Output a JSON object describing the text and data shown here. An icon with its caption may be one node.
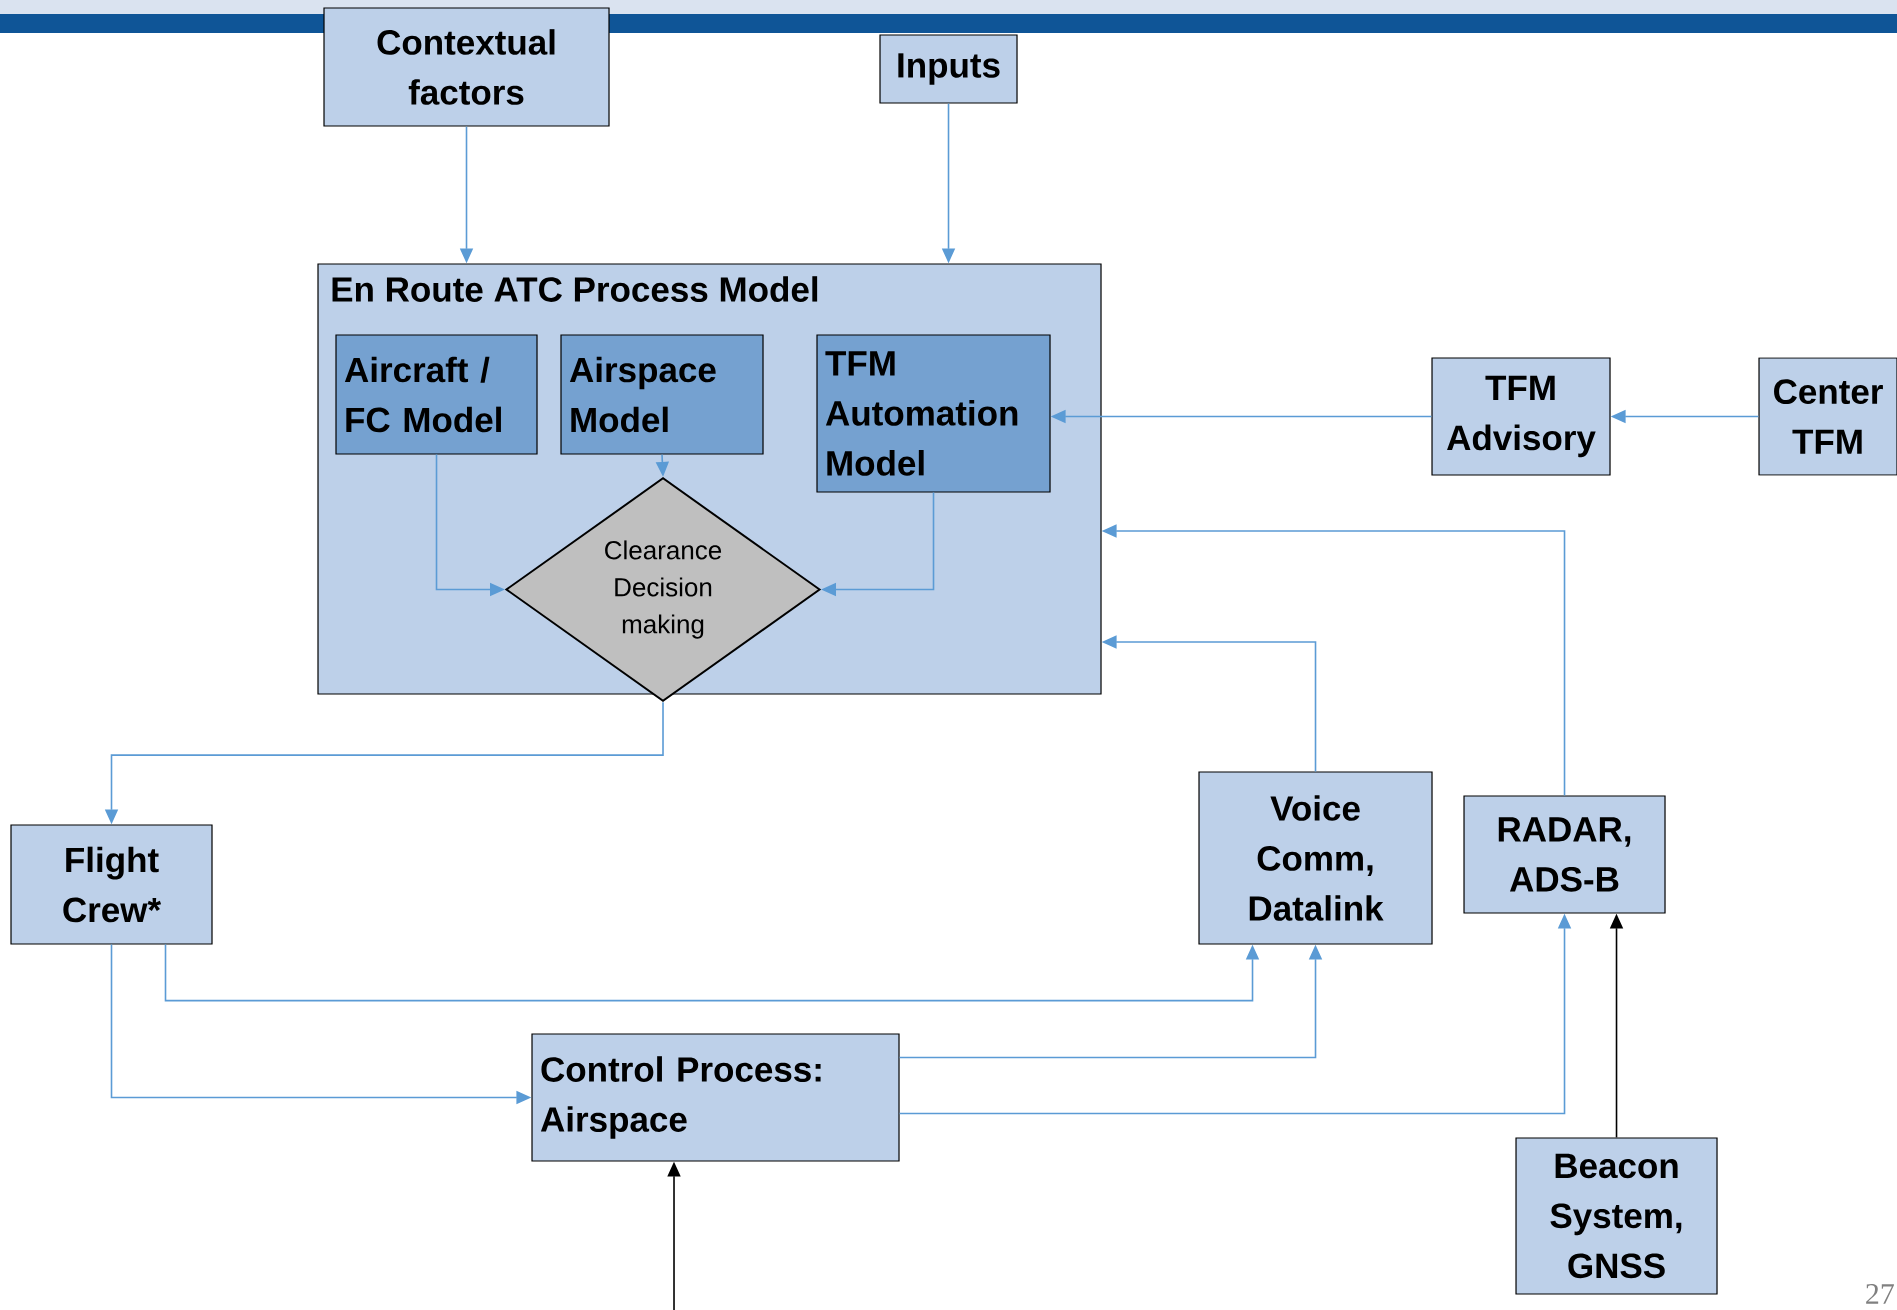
{
  "diagram": {
    "nodes": [
      {
        "text": [
          "Contextual factors"
        ]
      },
      {
        "text": [
          "Inputs"
        ]
      },
      {
        "text": [
          "En Route ATC Process Model"
        ]
      },
      {
        "text": [
          "Aircraft / FC Model"
        ],
        "in": 2
      },
      {
        "text": [
          "Airspace Model"
        ],
        "in": 2
      },
      {
        "text": [
          "TFM Automation Model"
        ],
        "in": 2
      },
      {
        "text": [
          "Clearance Decision making"
        ],
        "in": 2
      },
      {
        "text": [
          "TFM Advisory"
        ]
      },
      {
        "text": [
          "Center TFM"
        ]
      },
      {
        "text": [
          "Flight Crew*"
        ]
      },
      {
        "text": [
          "Voice Comm, Datalink"
        ]
      },
      {
        "text": [
          "RADAR, ADS-B"
        ]
      },
      {
        "text": [
          "Control Process: Airspace"
        ]
      },
      {
        "text": [
          "Beacon System, GNSS"
        ]
      }
    ],
    "edges": [
      {
        "from": 0,
        "to": 2,
        "arrow": "to"
      },
      {
        "from": 1,
        "to": 2,
        "arrow": "to"
      },
      {
        "from": 3,
        "to": 6,
        "arrow": "to"
      },
      {
        "from": 4,
        "to": 6,
        "arrow": "to"
      },
      {
        "from": 5,
        "to": 6,
        "arrow": "to"
      },
      {
        "from": 7,
        "to": 5,
        "arrow": "to"
      },
      {
        "from": 8,
        "to": 7,
        "arrow": "to"
      },
      {
        "from": 11,
        "to": 2,
        "arrow": "to"
      },
      {
        "from": 10,
        "to": 2,
        "arrow": "to"
      },
      {
        "from": 6,
        "to": 9,
        "arrow": "to"
      },
      {
        "from": 9,
        "to": 10,
        "arrow": "to"
      },
      {
        "from": 9,
        "to": 12,
        "arrow": "to"
      },
      {
        "from": 12,
        "to": 10,
        "arrow": "to"
      },
      {
        "from": 12,
        "to": 11,
        "arrow": "to"
      },
      {
        "from": 13,
        "to": 11,
        "arrow": "to",
        "color": "#000000"
      },
      {
        "from": null,
        "to": 12,
        "arrow": "to",
        "color": "#000000"
      }
    ],
    "labels": [
      "27"
    ]
  }
}
